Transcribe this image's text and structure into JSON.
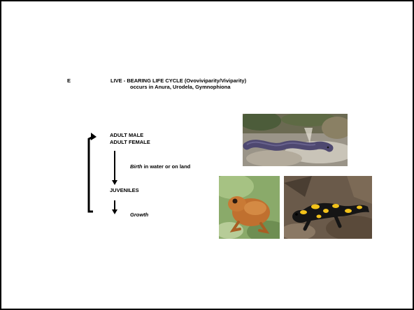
{
  "section_letter": "E",
  "title_line1": "LIVE - BEARING LIFE CYCLE (Ovoviviparity/Viviparity)",
  "title_line2": "occurs in Anura, Urodela, Gymnophiona",
  "stages": {
    "adult_male": "ADULT MALE",
    "adult_female": "ADULT FEMALE",
    "juveniles": "JUVENILES"
  },
  "transitions": {
    "birth_keyword": "Birth",
    "birth_rest": " in water or on land",
    "growth": "Growth"
  },
  "images": [
    {
      "name": "caecilian-photo",
      "subject": "caecilian (Gymnophiona)"
    },
    {
      "name": "frog-photo",
      "subject": "frog (Anura)"
    },
    {
      "name": "salamander-photo",
      "subject": "fire salamander (Urodela)"
    }
  ],
  "colors": {
    "text": "#000000",
    "border": "#000000",
    "caecilian_body": "#4e4870",
    "frog_body": "#c0702f",
    "frog_bg": "#8aaa6a",
    "salamander_body": "#151515",
    "salamander_spots": "#f2c21a"
  }
}
